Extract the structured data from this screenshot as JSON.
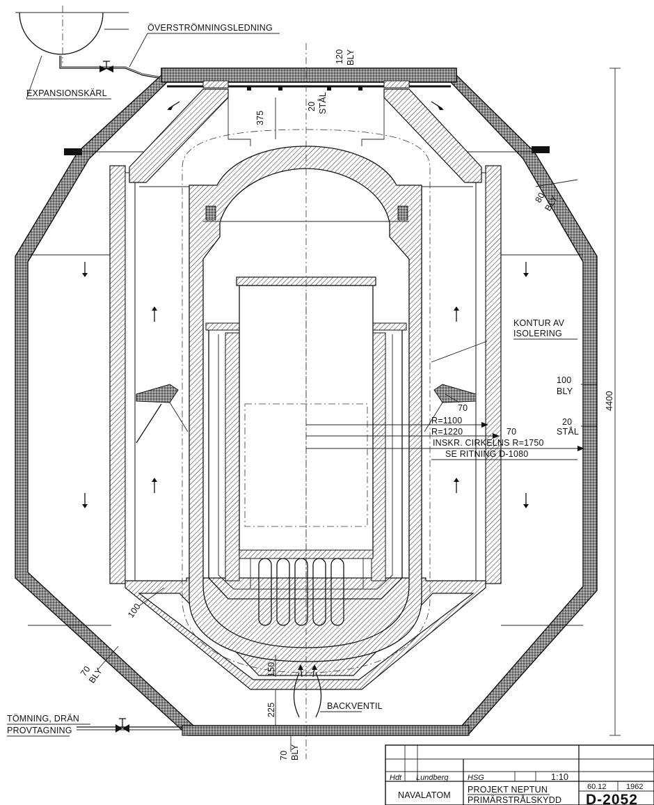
{
  "labels": {
    "overflow_line": "ÖVERSTRÖMNINGSLEDNING",
    "expansion_vessel": "EXPANSIONSKÄRL",
    "insulation_contour_1": "KONTUR AV",
    "insulation_contour_2": "ISOLERING",
    "backvalve": "BACKVENTIL",
    "drain_1": "TÖMNING, DRÄN",
    "drain_2": "PROVTAGNING",
    "inscribed_circle": "INSKR. CIRKELNS R=1750",
    "see_drawing": "SE RITNING D-1080"
  },
  "dimensions": {
    "top_lead_value": "120",
    "top_lead_unit": "BLY",
    "top_steel_value": "20",
    "top_steel_unit": "STÅL",
    "top_gap": "375",
    "right_lead_value": "80",
    "right_lead_unit": "BLY",
    "side_lead_value": "100",
    "side_lead_unit": "BLY",
    "side_steel_value": "20",
    "side_steel_unit": "STÅL",
    "gap_70": "70",
    "gap_70b": "70",
    "r1100": "R=1100",
    "r1220": "R=1220",
    "total_height": "4400",
    "inner_wall": "100",
    "lower_lead_value": "70",
    "lower_lead_unit": "BLY",
    "bottom_gap_150": "150",
    "bottom_gap_225": "225",
    "bottom_lead_value": "70",
    "bottom_lead_unit": "BLY"
  },
  "title_block": {
    "company": "NAVALATOM",
    "project": "PROJEKT NEPTUN",
    "title": "PRIMÄRSTRÅLSKYDD",
    "scale": "1:10",
    "date": "60.12",
    "year": "1962",
    "drawing_no": "D-2052",
    "sign_1": "Hdt",
    "sign_2": "Lundberg",
    "sign_3": "HSG"
  }
}
